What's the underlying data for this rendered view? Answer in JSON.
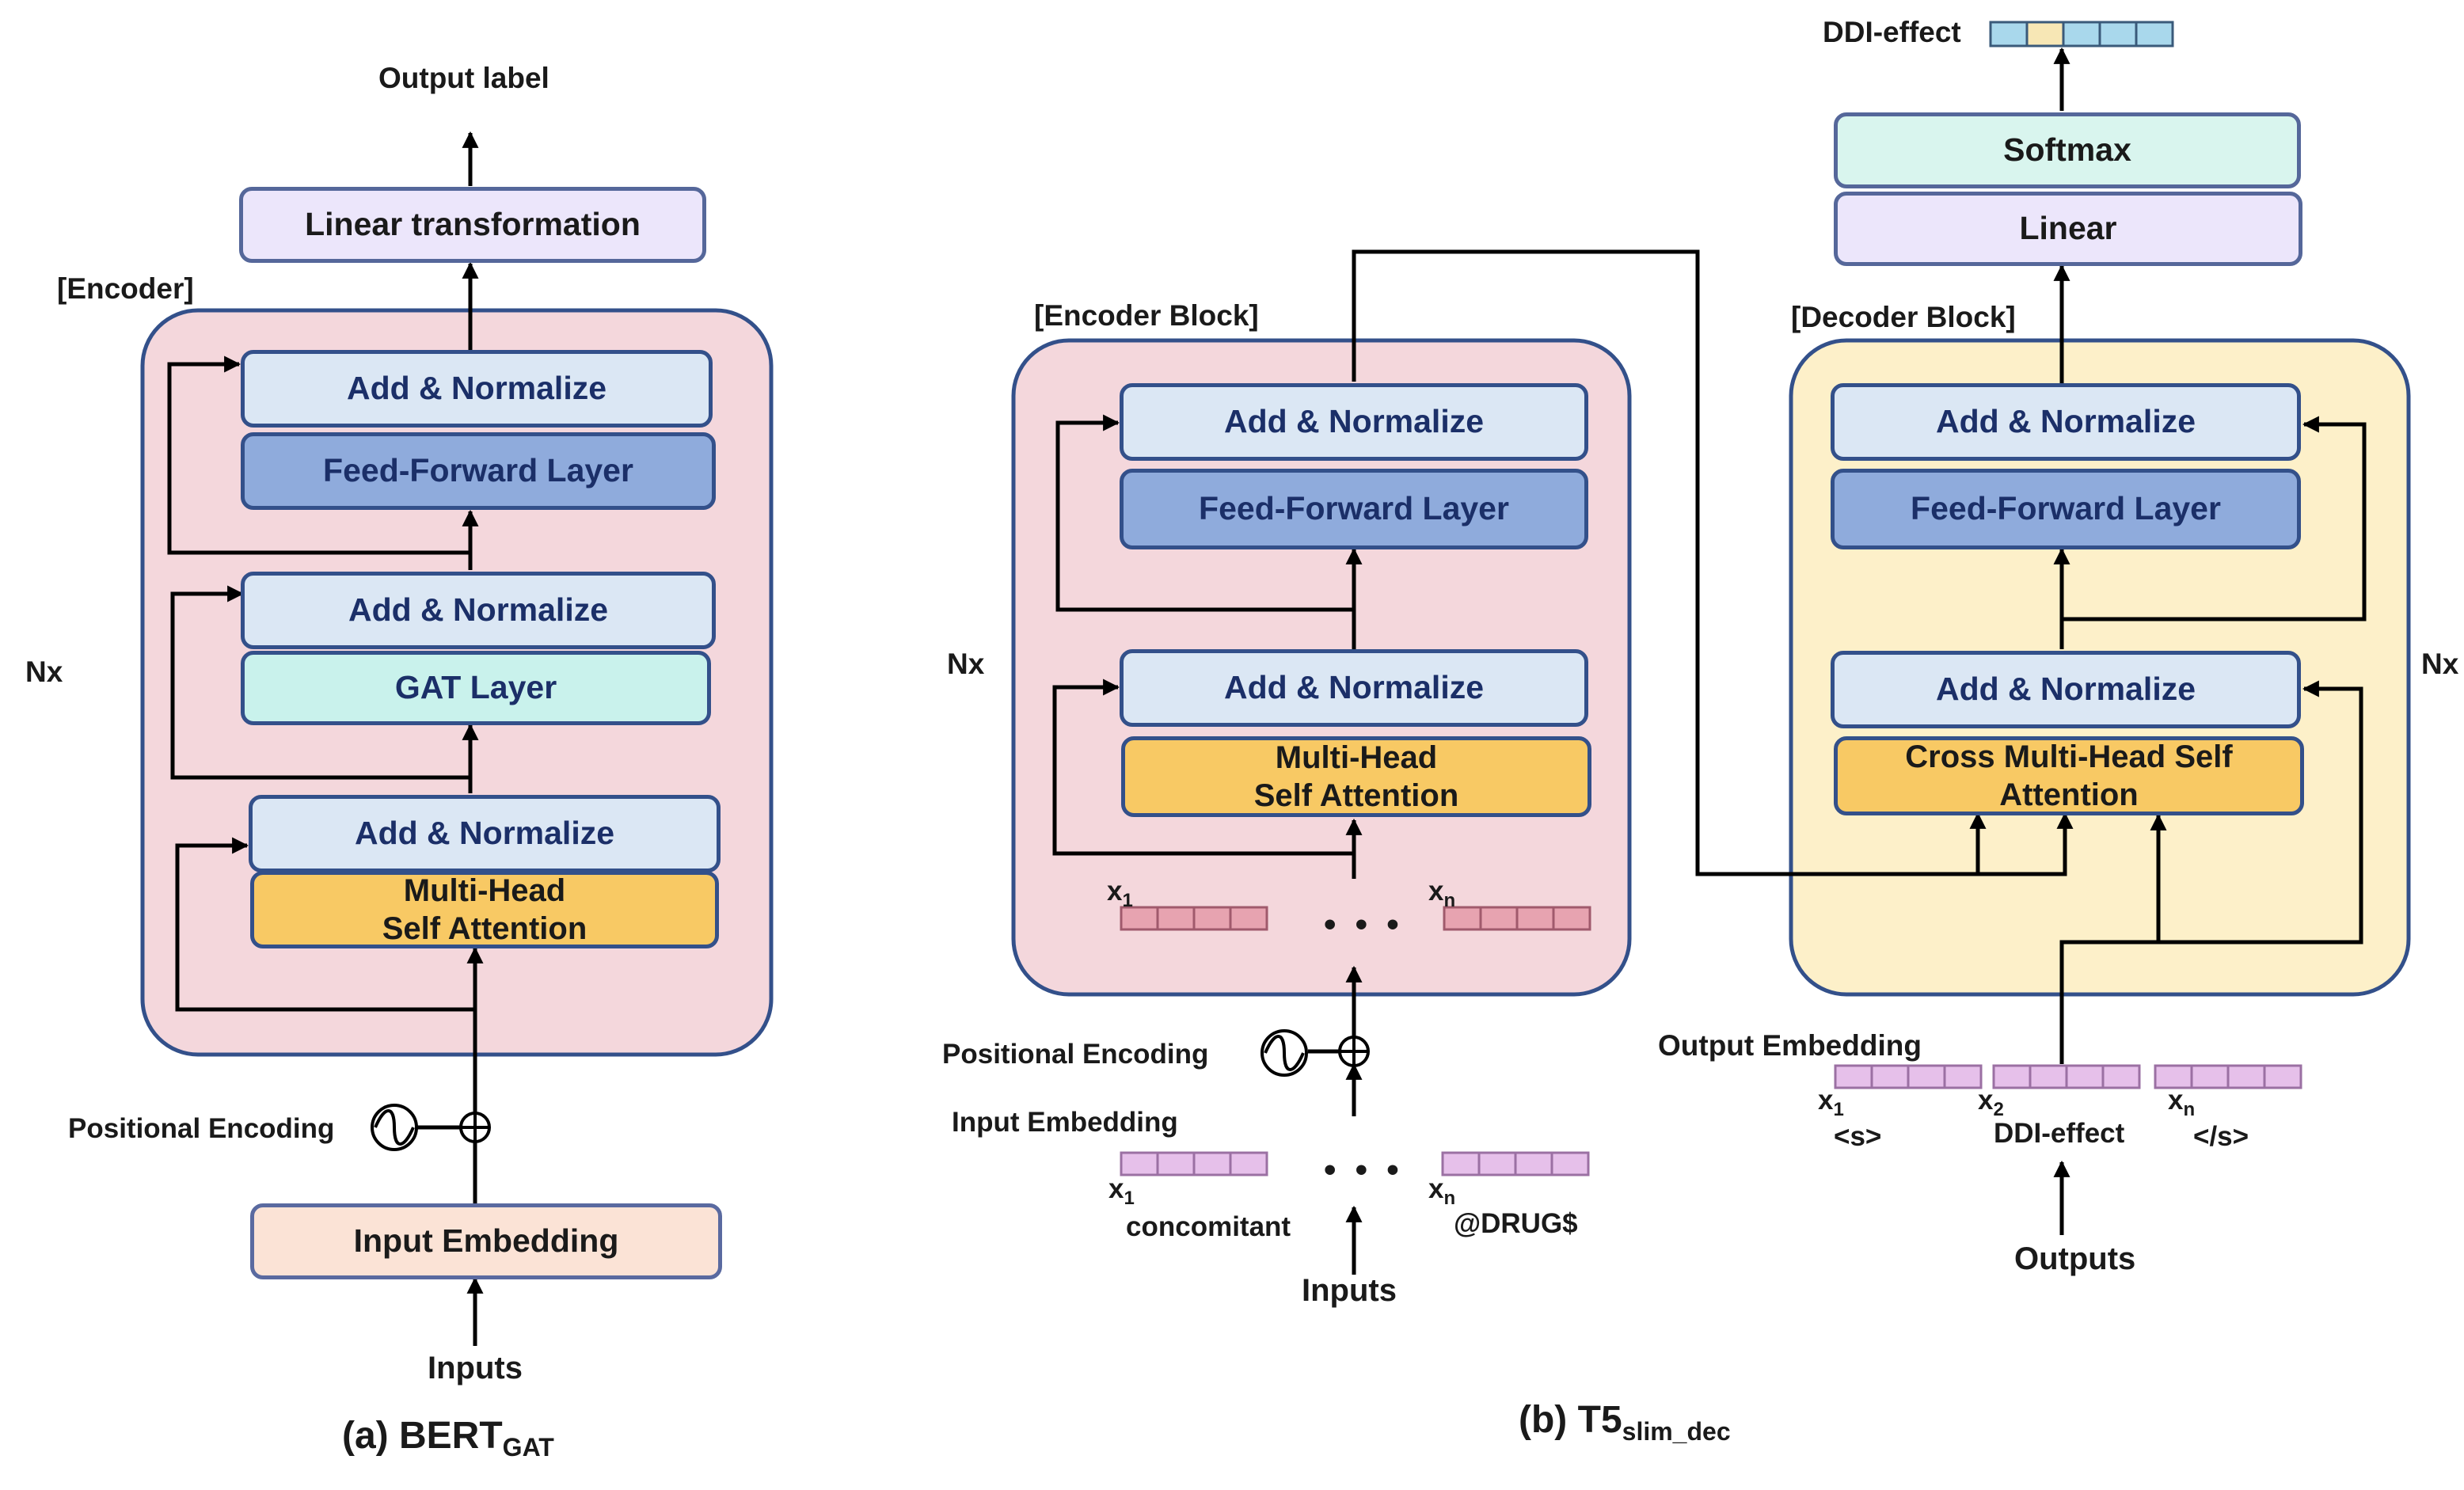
{
  "colors": {
    "line": "#000000",
    "block_border": "#33508a",
    "encoder_bg": "#f4d7dc",
    "decoder_bg": "#fdf0c9",
    "add_normalize_bg": "#dbe7f4",
    "feed_forward_bg": "#8fabdc",
    "gat_bg": "#c9f2ec",
    "attention_bg": "#f8c964",
    "linear_bg": "#ece6fb",
    "softmax_bg": "#d9f5ee",
    "input_embedding_bg": "#fbe3d6",
    "token_cell_encoder": "#e7a3b0",
    "token_cell_decoder": "#e6c0ea",
    "output_vector_cell": "#a9d8ec",
    "output_vector_highlight": "#f7e7b5"
  },
  "bert": {
    "output_label": "Output label",
    "linear": "Linear transformation",
    "encoder_tag": "[Encoder]",
    "nx": "Nx",
    "add_norm_top": "Add & Normalize",
    "feed_forward": "Feed-Forward Layer",
    "add_norm_mid": "Add & Normalize",
    "gat": "GAT Layer",
    "add_norm_bottom": "Add & Normalize",
    "attention_line1": "Multi-Head",
    "attention_line2": "Self Attention",
    "positional_encoding": "Positional Encoding",
    "input_embedding": "Input Embedding",
    "inputs": "Inputs",
    "caption_main": "(a) BERT",
    "caption_sub": "GAT"
  },
  "t5": {
    "encoder_tag": "[Encoder Block]",
    "decoder_tag": "[Decoder Block]",
    "nx_left": "Nx",
    "nx_right": "Nx",
    "enc_add_norm_top": "Add & Normalize",
    "enc_feed_forward": "Feed-Forward Layer",
    "enc_add_norm_bottom": "Add & Normalize",
    "enc_attention_line1": "Multi-Head",
    "enc_attention_line2": "Self Attention",
    "enc_x": "x",
    "enc_x1_sub": "1",
    "enc_xn_sub": "n",
    "dots": "• • •",
    "positional_encoding": "Positional Encoding",
    "input_embedding": "Input Embedding",
    "in_x": "x",
    "in_x1_sub": "1",
    "in_xn_sub": "n",
    "token_first": "concomitant",
    "token_last": "@DRUG$",
    "inputs": "Inputs",
    "dec_add_norm_top": "Add & Normalize",
    "dec_feed_forward": "Feed-Forward Layer",
    "dec_add_norm_bottom": "Add & Normalize",
    "cross_attention_line1": "Cross Multi-Head Self",
    "cross_attention_line2": "Attention",
    "linear": "Linear",
    "softmax": "Softmax",
    "ddi_effect_label": "DDI-effect",
    "output_embedding": "Output Embedding",
    "out_x": "x",
    "out_x1_sub": "1",
    "out_x2_sub": "2",
    "out_xn_sub": "n",
    "out_token_1": "<s>",
    "out_token_2": "DDI-effect",
    "out_token_3": "</s>",
    "outputs": "Outputs",
    "caption_main": "(b) T5",
    "caption_sub": "slim_dec"
  }
}
